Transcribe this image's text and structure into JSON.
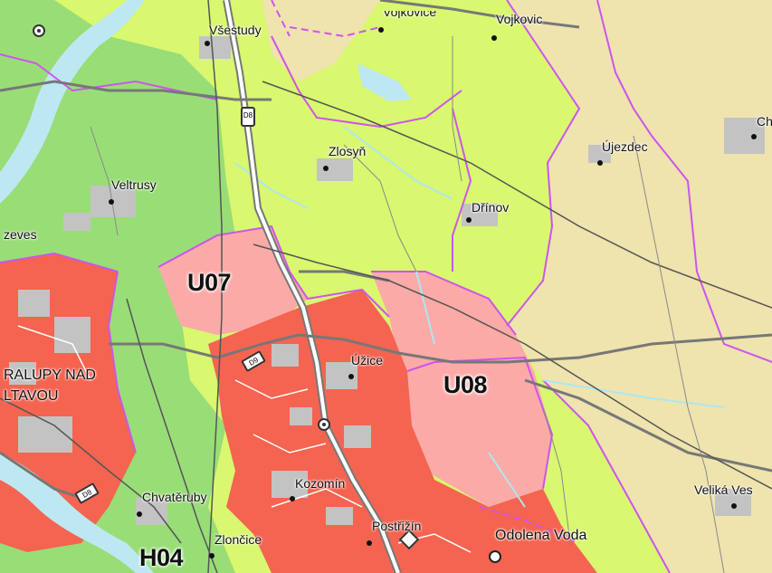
{
  "map": {
    "places": [
      {
        "id": "vojkovice",
        "label": "Vojkovice"
      },
      {
        "id": "vojkovic",
        "label": "Vojkovic"
      },
      {
        "id": "vsestudy",
        "label": "Všestudy"
      },
      {
        "id": "zlosyn",
        "label": "Zlosyň"
      },
      {
        "id": "ujezdec",
        "label": "Újezdec"
      },
      {
        "id": "ch",
        "label": "Ch"
      },
      {
        "id": "veltrusy",
        "label": "Veltrusy"
      },
      {
        "id": "drinov",
        "label": "Dřínov"
      },
      {
        "id": "zeves",
        "label": "zeves"
      },
      {
        "id": "kralupy1",
        "label": "RALUPY NAD"
      },
      {
        "id": "kralupy2",
        "label": "LTAVOU"
      },
      {
        "id": "uzice",
        "label": "Úžice"
      },
      {
        "id": "kozomin",
        "label": "Kozomín"
      },
      {
        "id": "chvateruby",
        "label": "Chvatěruby"
      },
      {
        "id": "velika",
        "label": "Veliká Ves"
      },
      {
        "id": "postrizin",
        "label": "Postřižín"
      },
      {
        "id": "odolena",
        "label": "Odolena Voda"
      },
      {
        "id": "zloncice",
        "label": "Zlončice"
      }
    ],
    "zones": [
      {
        "id": "u07",
        "label": "U07"
      },
      {
        "id": "u08",
        "label": "U08"
      },
      {
        "id": "h04",
        "label": "H04"
      }
    ],
    "road_shields": [
      {
        "id": "d8-north",
        "label": "D8"
      },
      {
        "id": "d8-kralupy",
        "label": "D8"
      },
      {
        "id": "d9-west",
        "label": "D9"
      }
    ],
    "colors": {
      "agricultural": "#d9f76f",
      "forest": "#99dd77",
      "urban": "#f46450",
      "urban_light": "#fbaaa8",
      "rural": "#efe3ae",
      "boundary": "#cc55ee",
      "river": "#bde8f2",
      "built_up": "#c3c3c3",
      "road": "#666666"
    }
  }
}
